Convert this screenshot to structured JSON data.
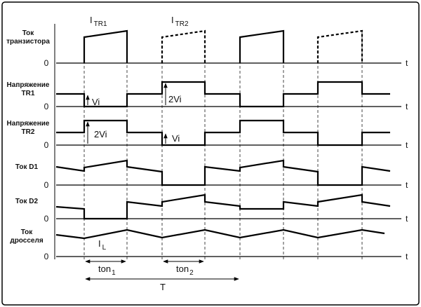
{
  "labels": {
    "tr_current_1": "Ток",
    "tr_current_2": "транзистора",
    "tr1_voltage_1": "Напряжение",
    "tr1_voltage_2": "TR1",
    "tr2_voltage_1": "Напряжение",
    "tr2_voltage_2": "TR2",
    "d1_current": "Ток D1",
    "d2_current": "Ток D2",
    "choke_current_1": "Ток",
    "choke_current_2": "дросселя"
  },
  "axis": {
    "zero": "0",
    "t": "t"
  },
  "annotations": {
    "itr1_main": "I",
    "itr1_sub": "TR1",
    "itr2_main": "I",
    "itr2_sub": "TR2",
    "vi_tr1": "Vi",
    "twovi_tr1": "2Vi",
    "twovi_tr2": "2Vi",
    "vi_tr2": "Vi",
    "il_main": "I",
    "il_sub": "L",
    "ton1_main": "ton",
    "ton1_sub": "1",
    "ton2_main": "ton",
    "ton2_sub": "2",
    "period": "T"
  }
}
